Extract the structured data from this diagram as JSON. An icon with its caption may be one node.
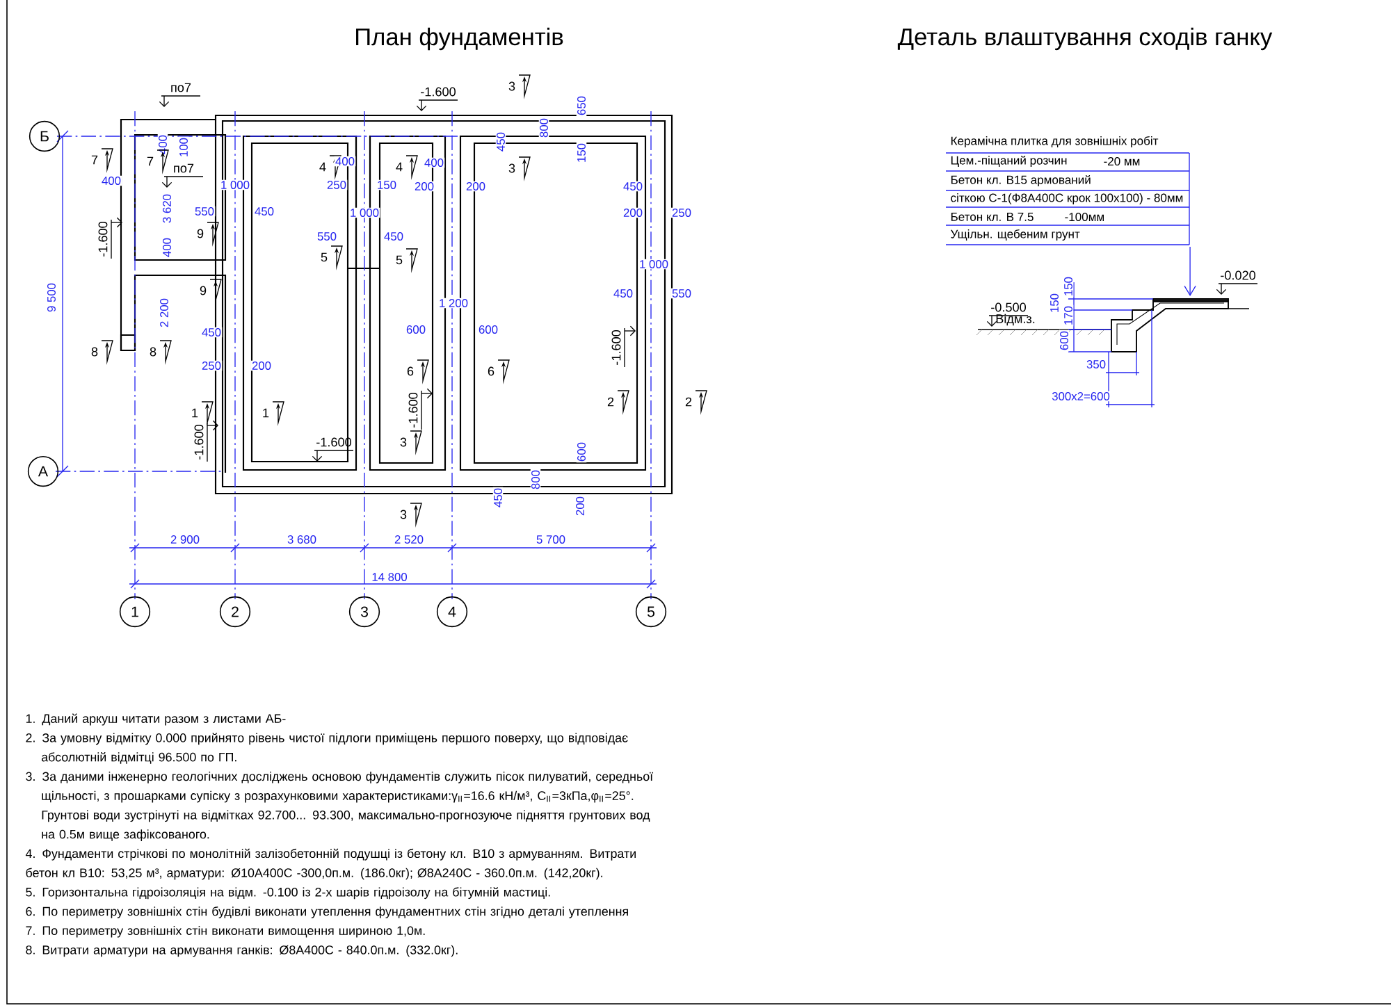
{
  "diagram": {
    "title": "План фундаментів",
    "nodes": [
      {
        "text": [
          "Б"
        ]
      },
      {
        "text": [
          "А"
        ]
      },
      {
        "text": [
          "1"
        ]
      },
      {
        "text": [
          "2"
        ]
      },
      {
        "text": [
          "3"
        ]
      },
      {
        "text": [
          "4"
        ]
      },
      {
        "text": [
          "5"
        ]
      },
      {
        "text": [
          "Керамічна плитка для зовнішніх робіт",
          "Цем.-піщаний розчин",
          "-20 мм",
          "Бетон кл. В15 армований",
          "сіткою С-1(Ф8А400С крок 100х100) - 80мм",
          "Бетон кл. В 7.5",
          "-100мм",
          "Ущільн. щебеним грунт"
        ]
      },
      {
        "text": [],
        "shape": "picture"
      }
    ],
    "edges": [
      {
        "from": 7,
        "to": 8,
        "arrow": "to"
      }
    ],
    "labels": [
      "Деталь влаштування сходів ганку",
      "по7",
      "-1.600",
      "3",
      "650",
      "400",
      "100",
      "7",
      "7",
      "по7",
      "400",
      "3 620",
      "1 000",
      "550",
      "450",
      "9",
      "-1.600",
      "400",
      "9",
      "2 200",
      "9 500",
      "450",
      "8",
      "8",
      "250",
      "200",
      "1",
      "1",
      "-1.600",
      "-1.600",
      "4",
      "400",
      "4",
      "250",
      "150",
      "1 000",
      "550",
      "450",
      "5",
      "5",
      "400",
      "200",
      "200",
      "450",
      "800",
      "150",
      "3",
      "450",
      "200",
      "250",
      "1 000",
      "450",
      "550",
      "1 200",
      "600",
      "600",
      "-1.600",
      "6",
      "6",
      "2",
      "2",
      "-1.600",
      "3",
      "600",
      "800",
      "450",
      "200",
      "3",
      "2 900",
      "3 680",
      "2 520",
      "5 700",
      "14 800",
      "-0.020",
      "-0.500",
      "Відм.з.",
      "150",
      "150",
      "170",
      "600",
      "350",
      "300x2=600",
      "1. Даний аркуш читати разом з листами АБ-",
      "2. За умовну відмітку 0.000 прийнято рівень чистої підлоги приміщень першого поверху, що відповідає абсолютній відмітці 96.500 по ГП.",
      "3. За даними інженерно геологічних досліджень основою фундаментів служить пісок  пилуватий, середньої щільності, з прошарками супіску з розрахунковими характеристиками:γ$_{II}$=16.6 кН/м³, С$_{II}$=3кПа,φ$_{II}$=25°. Грунтові води зустрінуті на відмітках 92.700... 93.300, максимально-прогнозуюче підняття грунтових вод на 0.5м вище зафіксованого.",
      "4. Фундаменти стрічкові  по монолітній залізобетонній подушці із бетону кл. В10 з армуванням. Витрати бетон кл В10: 53,25 м³, арматури: Ø10А400С -300,0п.м. (186.0кг);  Ø8А240С - 360.0п.м. (142,20кг).",
      "5. Горизонтальна гідроізоляція  на відм. -0.100 із 2-х шарів гідроізолу на бітумній мастиці.",
      "6. По периметру зовнішніх стін будівлі виконати утеплення фундаментних стін згідно деталі утеплення",
      "7. По периметру зовнішніх стін виконати вимощення шириною 1,0м.",
      "8. Витрати арматури на армування ганків: Ø8А400С - 840.0п.м. (332.0кг)."
    ]
  }
}
